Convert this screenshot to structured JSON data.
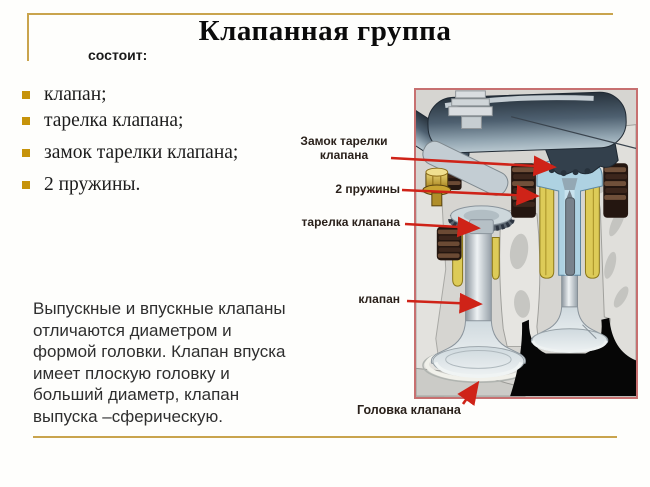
{
  "slide": {
    "title": "Клапанная группа",
    "subtitle": "состоит:",
    "bullets": [
      "клапан;",
      "тарелка клапана;",
      "замок тарелки клапана;",
      "2 пружины."
    ],
    "paragraph": "Выпускные и впускные клапаны\nотличаются диаметром и\nформой головки. Клапан впуска\nимеет плоскую головку и\nбольший диаметр, клапан\nвыпуска –сферическую.",
    "diagram": {
      "labels": {
        "lock": "Замок тарелки\nклапана",
        "springs": "2 пружины",
        "plate": "тарелка клапана",
        "valve": "клапан",
        "head": "Головка клапана"
      }
    }
  },
  "colors": {
    "accent_gold": "#c9a44d",
    "bullet_gold": "#c6930a",
    "arrow_red": "#cf2318",
    "image_border": "#c77070"
  }
}
